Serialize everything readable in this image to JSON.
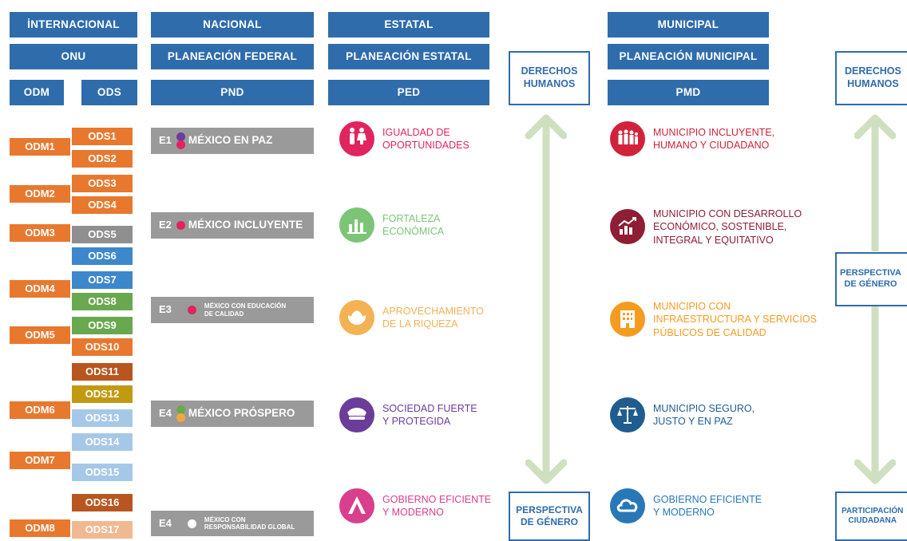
{
  "colors": {
    "header_blue": "#2f6cab",
    "odm_orange": "#e8782e",
    "plan_gray": "#9a9a9a",
    "arrow_green": "#cfe0c1"
  },
  "headers": {
    "internacional": "İNTERNACIONAL",
    "nacional": "NACIONAL",
    "estatal": "ESTATAL",
    "municipal": "MUNICIPAL",
    "onu": "ONU",
    "planeacion_federal": "PLANEACIÓN FEDERAL",
    "planeacion_estatal": "PLANEACIÓN ESTATAL",
    "planeacion_municipal": "PLANEACIÓN MUNICIPAL",
    "odm": "ODM",
    "ods": "ODS",
    "pnd": "PND",
    "ped": "PED",
    "pmd": "PMD"
  },
  "odm": [
    "ODM1",
    "ODM2",
    "ODM3",
    "ODM4",
    "ODM5",
    "ODM6",
    "ODM7",
    "ODM8"
  ],
  "ods": [
    {
      "label": "ODS1",
      "color": "#e8782e"
    },
    {
      "label": "ODS2",
      "color": "#e8782e"
    },
    {
      "label": "ODS3",
      "color": "#e8782e"
    },
    {
      "label": "ODS4",
      "color": "#e8782e"
    },
    {
      "label": "ODS5",
      "color": "#8f8f8f"
    },
    {
      "label": "ODS6",
      "color": "#3d88cc"
    },
    {
      "label": "ODS7",
      "color": "#3d88cc"
    },
    {
      "label": "ODS8",
      "color": "#6aa84f"
    },
    {
      "label": "ODS9",
      "color": "#6aa84f"
    },
    {
      "label": "ODS10",
      "color": "#e8782e"
    },
    {
      "label": "ODS11",
      "color": "#b9561f"
    },
    {
      "label": "ODS12",
      "color": "#c19a12"
    },
    {
      "label": "ODS13",
      "color": "#a6c8e8"
    },
    {
      "label": "ODS14",
      "color": "#a6c8e8"
    },
    {
      "label": "ODS15",
      "color": "#a6c8e8"
    },
    {
      "label": "ODS16",
      "color": "#b9561f"
    },
    {
      "label": "ODS17",
      "color": "#f1b991"
    }
  ],
  "pnd": [
    {
      "code": "E1",
      "label": "MÉXICO EN PAZ",
      "dot": "#6a3d9a",
      "dot2": "#e0245e"
    },
    {
      "code": "E2",
      "label": "MÉXICO INCLUYENTE",
      "dot": "#e0245e"
    },
    {
      "code": "E3",
      "label": "MÉXICO CON EDUCACIÓN\nDE CALIDAD",
      "dot": "#e0245e"
    },
    {
      "code": "E4",
      "label": "MÉXICO PRÓSPERO",
      "dot": "#6aa84f",
      "dot2": "#f0a83a"
    },
    {
      "code": "E4",
      "label": "MÉXICO CON\nRESPONSABILIDAD GLOBAL",
      "dot": "#ffffff"
    }
  ],
  "ped": [
    {
      "label": "IGUALDAD DE\nOPORTUNIDADES",
      "color": "#e0245e",
      "icon": "people-icon"
    },
    {
      "label": "FORTALEZA\nECONÓMICA",
      "color": "#7cc576",
      "icon": "bar-chart-icon"
    },
    {
      "label": "APROVECHAMIENTO\nDE LA RIQUEZA",
      "color": "#f3b254",
      "icon": "leaf-icon"
    },
    {
      "label": "SOCIEDAD FUERTE\nY PROTEGIDA",
      "color": "#6a3d9a",
      "icon": "police-cap-icon"
    },
    {
      "label": "GOBIERNO EFICIENTE\nY MODERNO",
      "color": "#d93f8c",
      "icon": "triangle-icon"
    }
  ],
  "pmd": [
    {
      "label": "MUNICIPIO INCLUYENTE,\nHUMANO Y CIUDADANO",
      "color": "#d2223b",
      "icon": "family-icon"
    },
    {
      "label": "MUNICIPIO CON DESARROLLO\nECONÓMICO, SOSTENIBLE,\nINTEGRAL Y EQUITATIVO",
      "color": "#8e1d35",
      "icon": "growth-chart-icon"
    },
    {
      "label": "MUNICIPIO CON\nINFRAESTRUCTURA Y SERVICIOS\nPÚBLICOS DE CALIDAD",
      "color": "#f39c1f",
      "icon": "building-icon"
    },
    {
      "label": "MUNICIPIO SEGURO,\nJUSTO Y EN PAZ",
      "color": "#1f5d8f",
      "icon": "scales-icon"
    },
    {
      "label": "GOBIERNO EFICIENTE\nY MODERNO",
      "color": "#2878b8",
      "icon": "cloud-icon"
    }
  ],
  "side_boxes": {
    "derechos_humanos_1": "DERECHOS\nHUMANOS",
    "perspectiva_genero_1": "PERSPECTIVA\nDE GÉNERO",
    "derechos_humanos_2": "DERECHOS\nHUMANOS",
    "perspectiva_genero_2": "PERSPECTIVA\nDE GÉNERO",
    "participacion_ciudadana": "PARTICIPACIÓN\nCIUDADANA"
  }
}
